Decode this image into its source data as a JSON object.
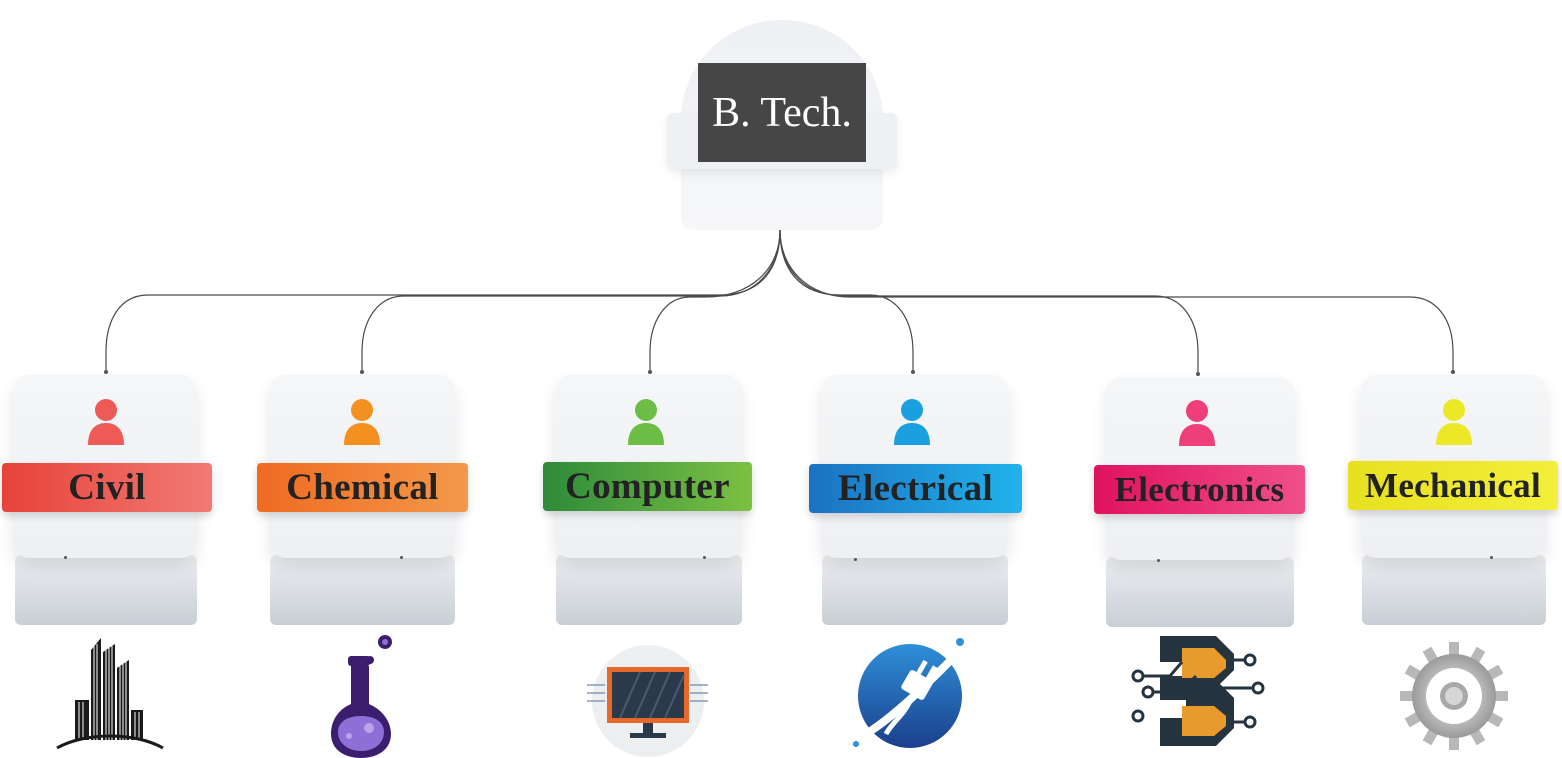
{
  "root": {
    "label": "B. Tech."
  },
  "branches": [
    {
      "label": "Civil",
      "color_from": "#e8433a",
      "color_to": "#f07a74",
      "person_color": "#ee5a55",
      "icon": "building-icon"
    },
    {
      "label": "Chemical",
      "color_from": "#f06a22",
      "color_to": "#f2994a",
      "person_color": "#f39020",
      "icon": "flask-icon"
    },
    {
      "label": "Computer",
      "color_from": "#2e8b3a",
      "color_to": "#7bc043",
      "person_color": "#6cbd45",
      "icon": "monitor-icon"
    },
    {
      "label": "Electrical",
      "color_from": "#1b72c2",
      "color_to": "#21b3ec",
      "person_color": "#1aa0e0",
      "icon": "plug-icon"
    },
    {
      "label": "Electronics",
      "color_from": "#e0125e",
      "color_to": "#f0508a",
      "person_color": "#ee3f7a",
      "icon": "circuit-icon"
    },
    {
      "label": "Mechanical",
      "color_from": "#e8e020",
      "color_to": "#f3ef3a",
      "person_color": "#ece828",
      "icon": "gear-icon"
    }
  ]
}
